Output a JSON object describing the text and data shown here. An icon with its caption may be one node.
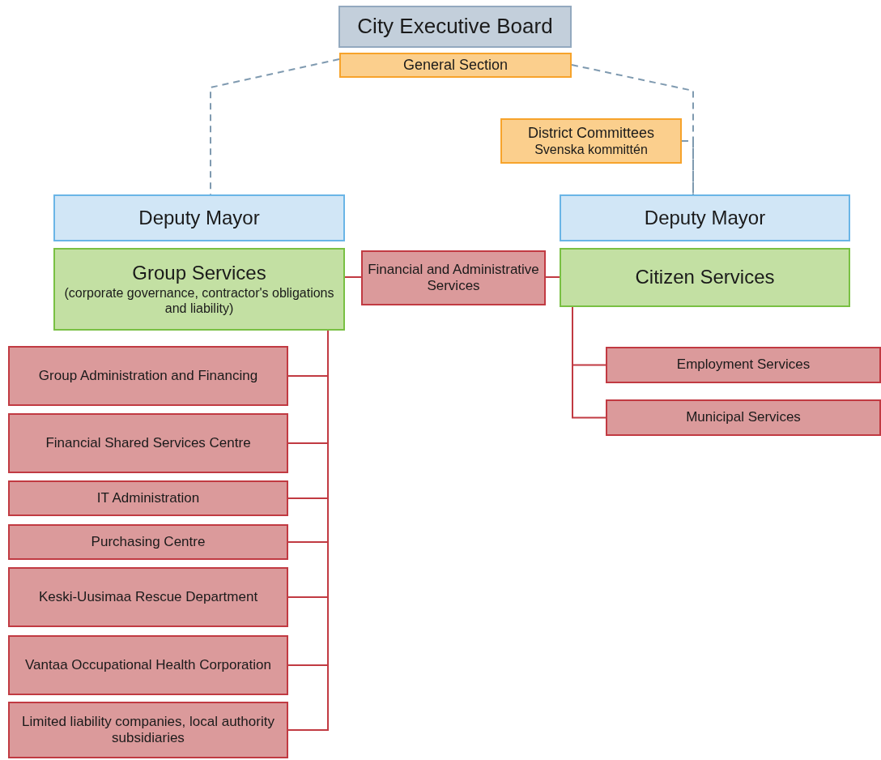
{
  "diagram": {
    "nodes": [
      {
        "text": [
          "City Executive Board"
        ]
      },
      {
        "text": [
          "General Section"
        ]
      },
      {
        "text": [
          "District Committees",
          "Svenska kommittén"
        ]
      },
      {
        "text": [
          "Deputy Mayor"
        ]
      },
      {
        "text": [
          "Group Services",
          "(corporate governance, contractor's obligations and liability)"
        ]
      },
      {
        "text": [
          "Deputy Mayor"
        ]
      },
      {
        "text": [
          "Citizen Services"
        ]
      },
      {
        "text": [
          "Financial and Administrative Services"
        ]
      },
      {
        "text": [
          "Employment Services"
        ]
      },
      {
        "text": [
          "Municipal Services"
        ]
      },
      {
        "text": [
          "Group Administration and Financing"
        ]
      },
      {
        "text": [
          "Financial Shared Services Centre"
        ]
      },
      {
        "text": [
          "IT Administration"
        ]
      },
      {
        "text": [
          "Purchasing Centre"
        ]
      },
      {
        "text": [
          "Keski-Uusimaa Rescue Department"
        ]
      },
      {
        "text": [
          "Vantaa Occupational Health Corporation"
        ]
      },
      {
        "text": [
          "Limited liability companies, local authority subsidiaries"
        ]
      }
    ],
    "edges": [
      {
        "from": 1,
        "to": 3,
        "arrow": "none",
        "style": "dashed",
        "color": "#7f9ab0"
      },
      {
        "from": 1,
        "to": 5,
        "arrow": "none",
        "style": "dashed",
        "color": "#7f9ab0"
      },
      {
        "from": 2,
        "to": 5,
        "arrow": "none",
        "style": "dashed",
        "color": "#7f9ab0"
      },
      {
        "from": 4,
        "to": 7,
        "arrow": "none"
      },
      {
        "from": 7,
        "to": 6,
        "arrow": "none"
      },
      {
        "from": 6,
        "to": 8,
        "arrow": "none"
      },
      {
        "from": 6,
        "to": 9,
        "arrow": "none"
      },
      {
        "from": 4,
        "to": 10,
        "arrow": "none"
      },
      {
        "from": 4,
        "to": 11,
        "arrow": "none"
      },
      {
        "from": 4,
        "to": 12,
        "arrow": "none"
      },
      {
        "from": 4,
        "to": 13,
        "arrow": "none"
      },
      {
        "from": 4,
        "to": 14,
        "arrow": "none"
      },
      {
        "from": 4,
        "to": 15,
        "arrow": "none"
      },
      {
        "from": 4,
        "to": 16,
        "arrow": "none"
      }
    ]
  }
}
